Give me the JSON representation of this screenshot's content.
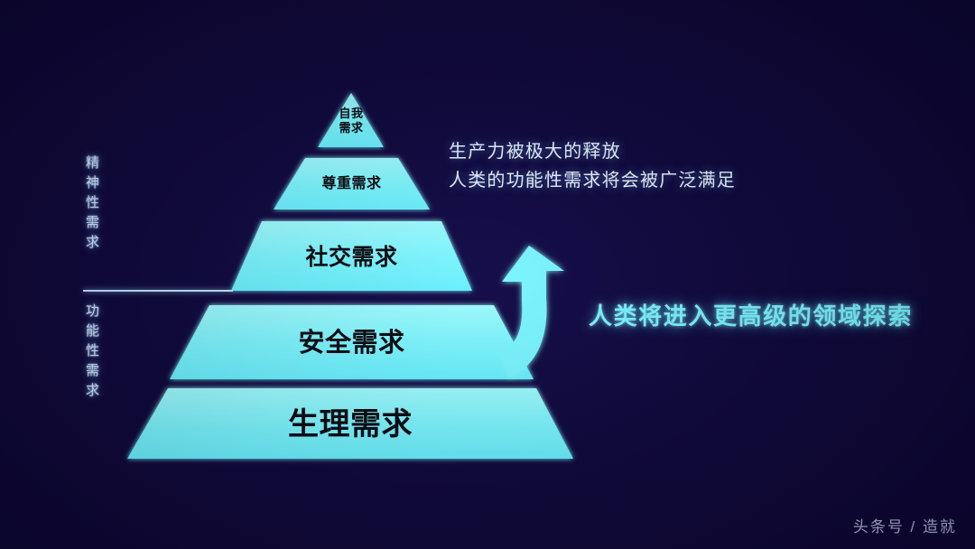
{
  "slide": {
    "background_color": "#0b0434",
    "accent_color": "#7af5ff",
    "text_color": "#e9f3ff"
  },
  "pyramid": {
    "fill_color": "#7af5ff",
    "label_color": "#0a0a12",
    "tiers": [
      {
        "id": "self-actualization",
        "label": "自我\n需求",
        "font_size": 13
      },
      {
        "id": "esteem",
        "label": "尊重需求",
        "font_size": 16
      },
      {
        "id": "social",
        "label": "社交需求",
        "font_size": 25
      },
      {
        "id": "safety",
        "label": "安全需求",
        "font_size": 29
      },
      {
        "id": "physiological",
        "label": "生理需求",
        "font_size": 34
      }
    ]
  },
  "side_labels": {
    "spiritual": "精神性需求",
    "functional": "功能性需求"
  },
  "annotations": {
    "top_note": "生产力被极大的释放\n人类的功能性需求将会被广泛满足",
    "main_note": "人类将进入更高级的领域探索",
    "arrow_color": "#7af5ff"
  },
  "watermark": "头条号 / 造就"
}
